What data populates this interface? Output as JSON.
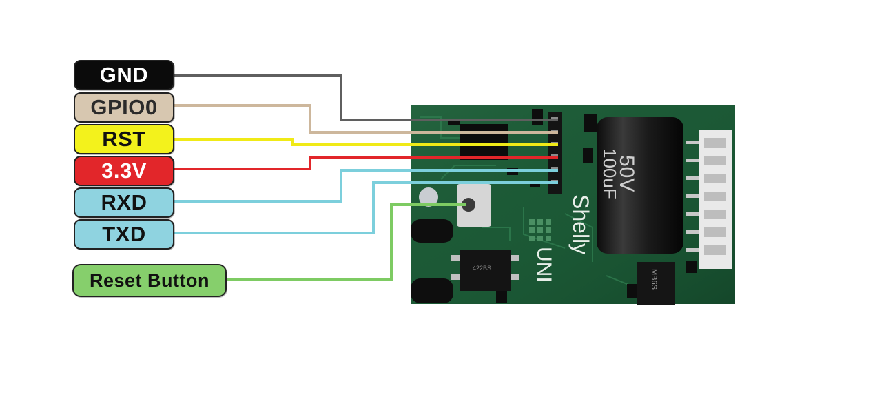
{
  "pins": [
    {
      "id": "gnd",
      "label": "GND",
      "bg": "#0b0b0b",
      "fg": "#ffffff",
      "wire": "#5f5f5f"
    },
    {
      "id": "gpio0",
      "label": "GPIO0",
      "bg": "#d7c7b0",
      "fg": "#2b2b2b",
      "wire": "#cdb79c"
    },
    {
      "id": "rst",
      "label": "RST",
      "bg": "#f3f21c",
      "fg": "#111111",
      "wire": "#f0ea17"
    },
    {
      "id": "v33",
      "label": "3.3V",
      "bg": "#e2262a",
      "fg": "#ffffff",
      "wire": "#e2262a"
    },
    {
      "id": "rxd",
      "label": "RXD",
      "bg": "#8fd3e0",
      "fg": "#111111",
      "wire": "#7ccfdc"
    },
    {
      "id": "txd",
      "label": "TXD",
      "bg": "#8fd3e0",
      "fg": "#111111",
      "wire": "#7ccfdc"
    }
  ],
  "reset_button": {
    "label": "Reset Button",
    "bg": "#86cf6c",
    "fg": "#111111",
    "wire": "#7ecb63"
  },
  "board": {
    "silkscreen_brand": "Shelly",
    "silkscreen_model": "UNI",
    "capacitor_text_1": "100uF",
    "capacitor_text_2": "50V",
    "bridge_text": "MB6S",
    "ic_text": "422BS",
    "colors": {
      "pcb": "#1c5a36",
      "pcb_dark": "#123d24",
      "trace": "#2a7448",
      "header": "#1a1a1a"
    }
  }
}
